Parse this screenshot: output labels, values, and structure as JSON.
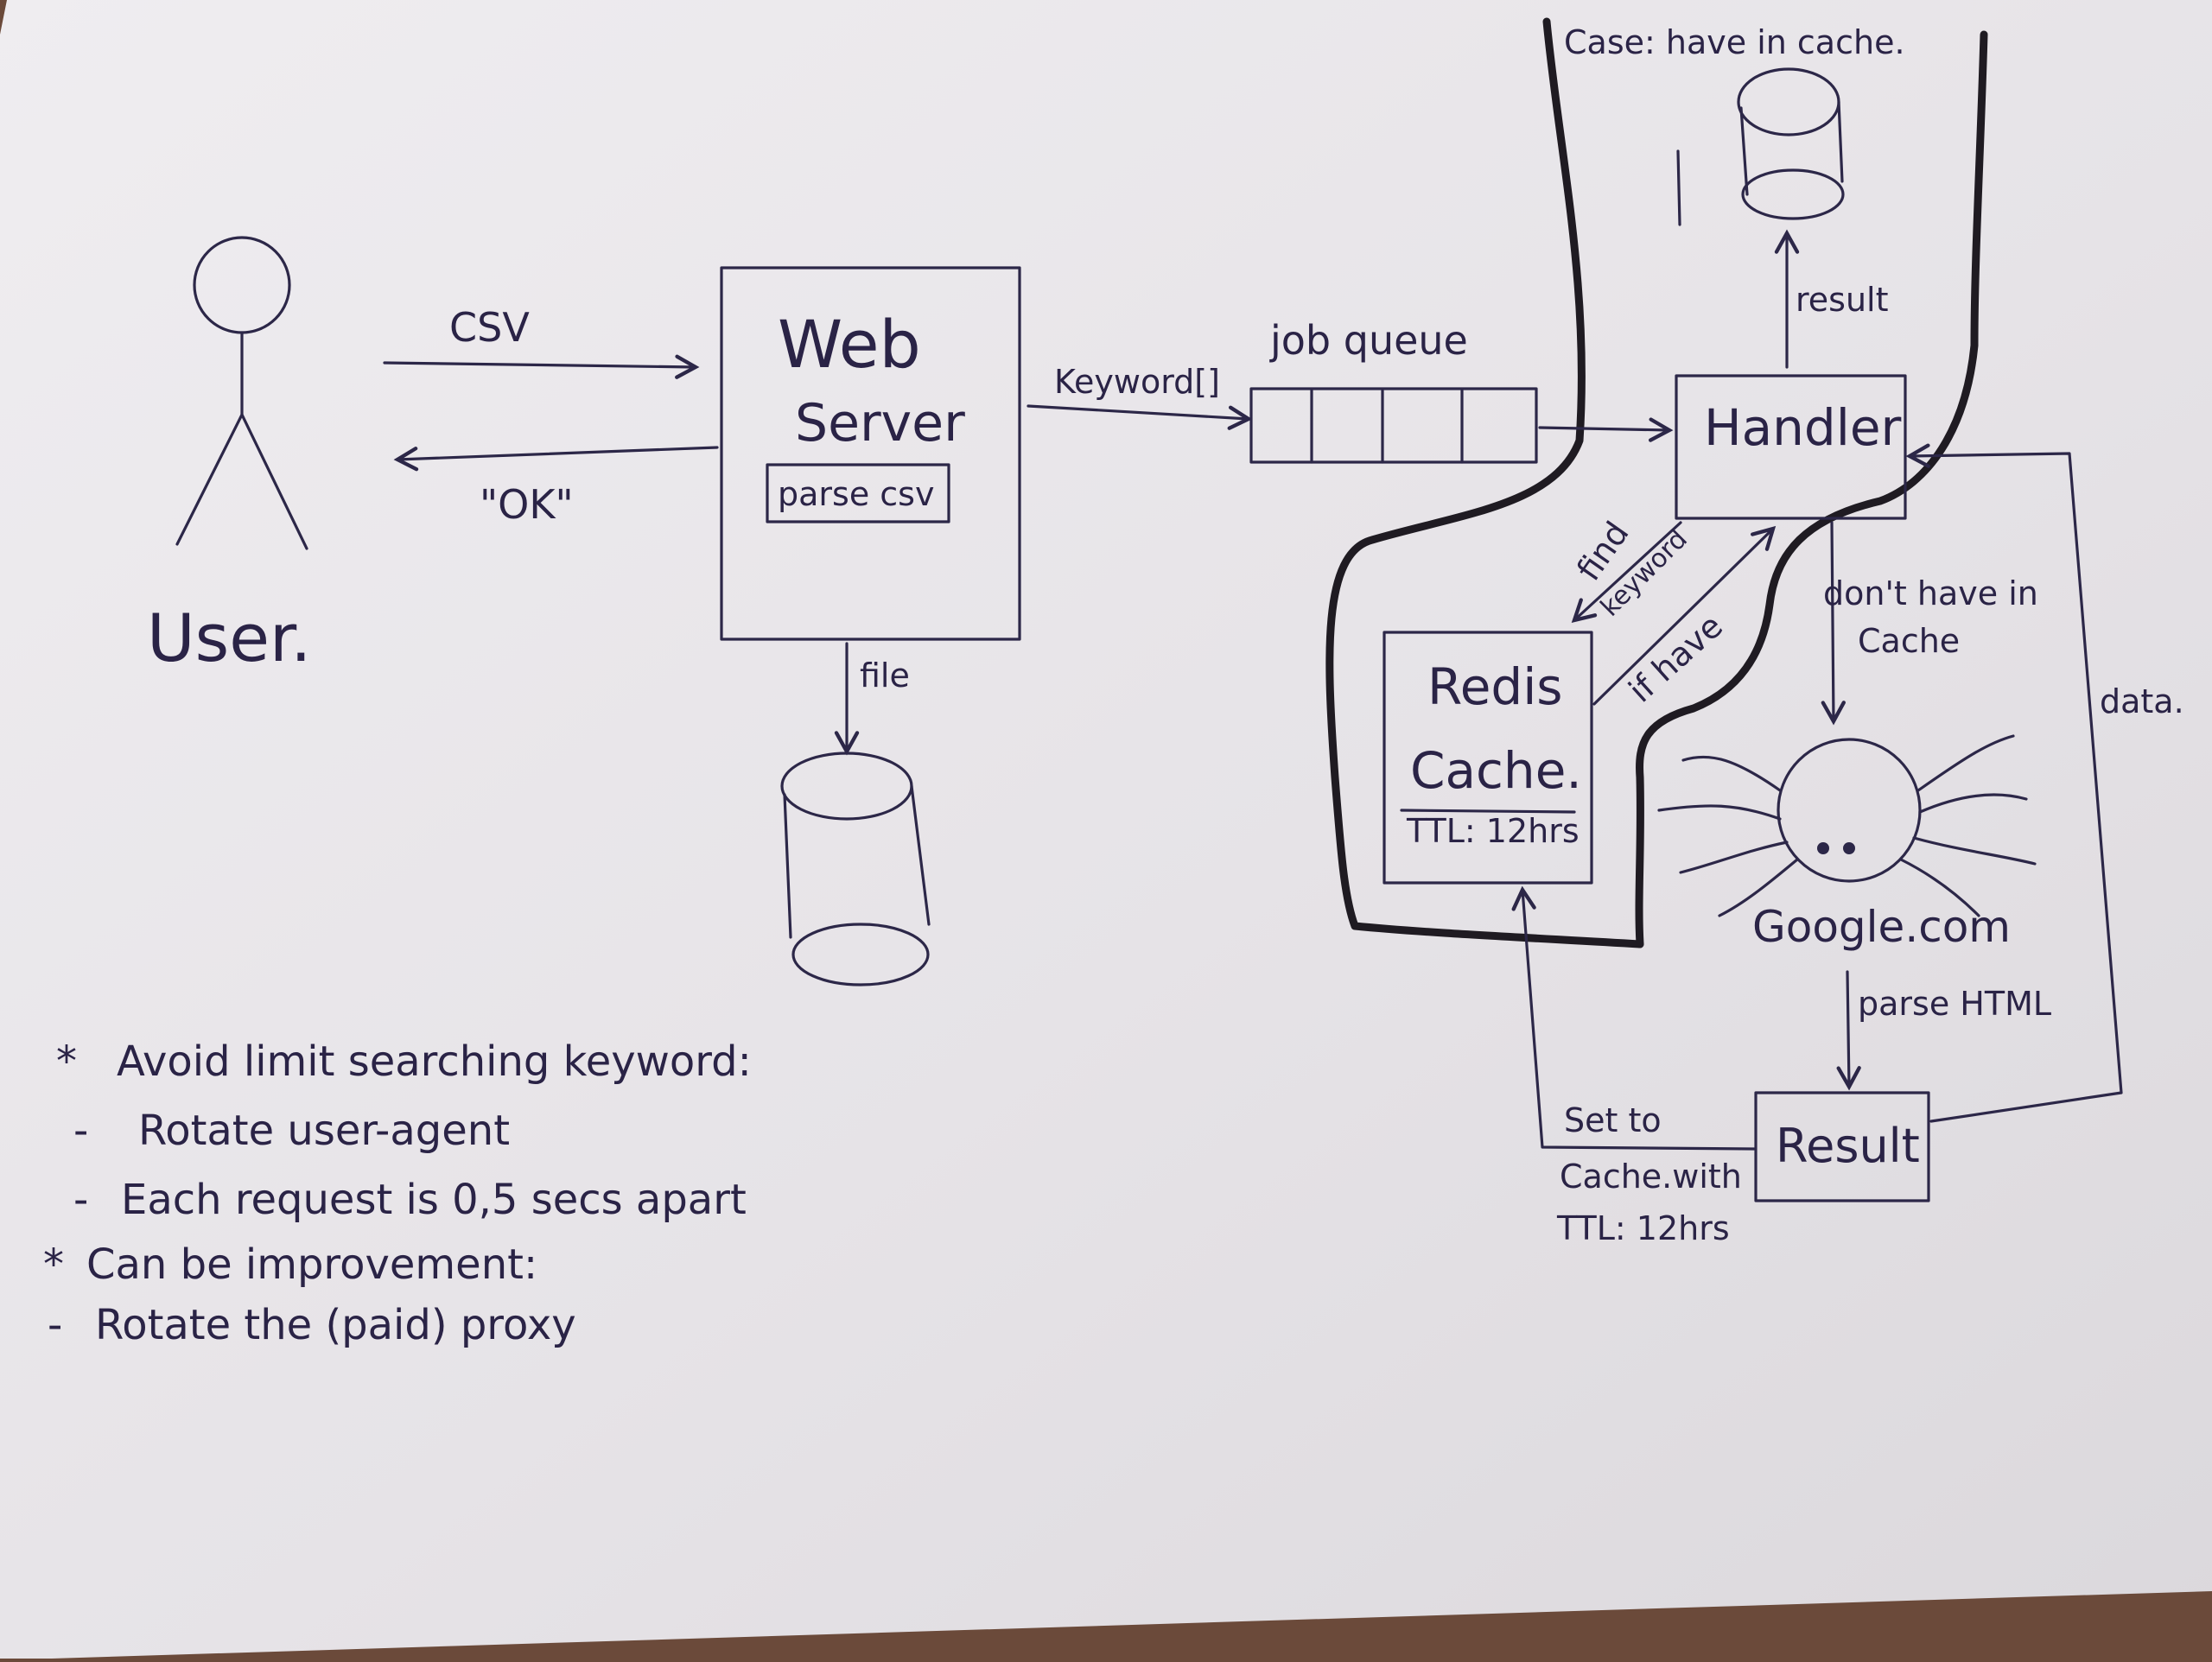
{
  "nodes": {
    "user": "User.",
    "web_server_line1": "Web",
    "web_server_line2": "Server",
    "parse_csv": "parse csv",
    "job_queue": "job queue",
    "handler": "Handler",
    "redis_line1": "Redis",
    "redis_line2": "Cache.",
    "redis_ttl": "TTL: 12hrs",
    "google": "Google.com",
    "result": "Result"
  },
  "edges": {
    "csv": "CSV",
    "ok": "\"OK\"",
    "keywords": "Keyword[]",
    "file": "file",
    "result_up": "result",
    "find_keyword_1": "find",
    "find_keyword_2": "keyword",
    "if_have": "if have",
    "dont_have_1": "don't have in",
    "dont_have_2": "Cache",
    "parse_html": "parse HTML",
    "data": "data.",
    "set_cache_1": "Set to",
    "set_cache_2": "Cache.with",
    "set_cache_3": "TTL: 12hrs"
  },
  "case_label": "Case: have in cache.",
  "notes": [
    {
      "bullet": "*",
      "text": "Avoid limit searching keyword:"
    },
    {
      "bullet": "-",
      "text": "Rotate user-agent"
    },
    {
      "bullet": "-",
      "text": "Each request is 0,5 secs apart"
    },
    {
      "bullet": "*",
      "text": "Can be improvement:"
    },
    {
      "bullet": "-",
      "text": "Rotate the (paid) proxy"
    }
  ],
  "colors": {
    "paper": "#e9e6ea",
    "ink": "#2c2748",
    "marker": "#1f1b22"
  }
}
